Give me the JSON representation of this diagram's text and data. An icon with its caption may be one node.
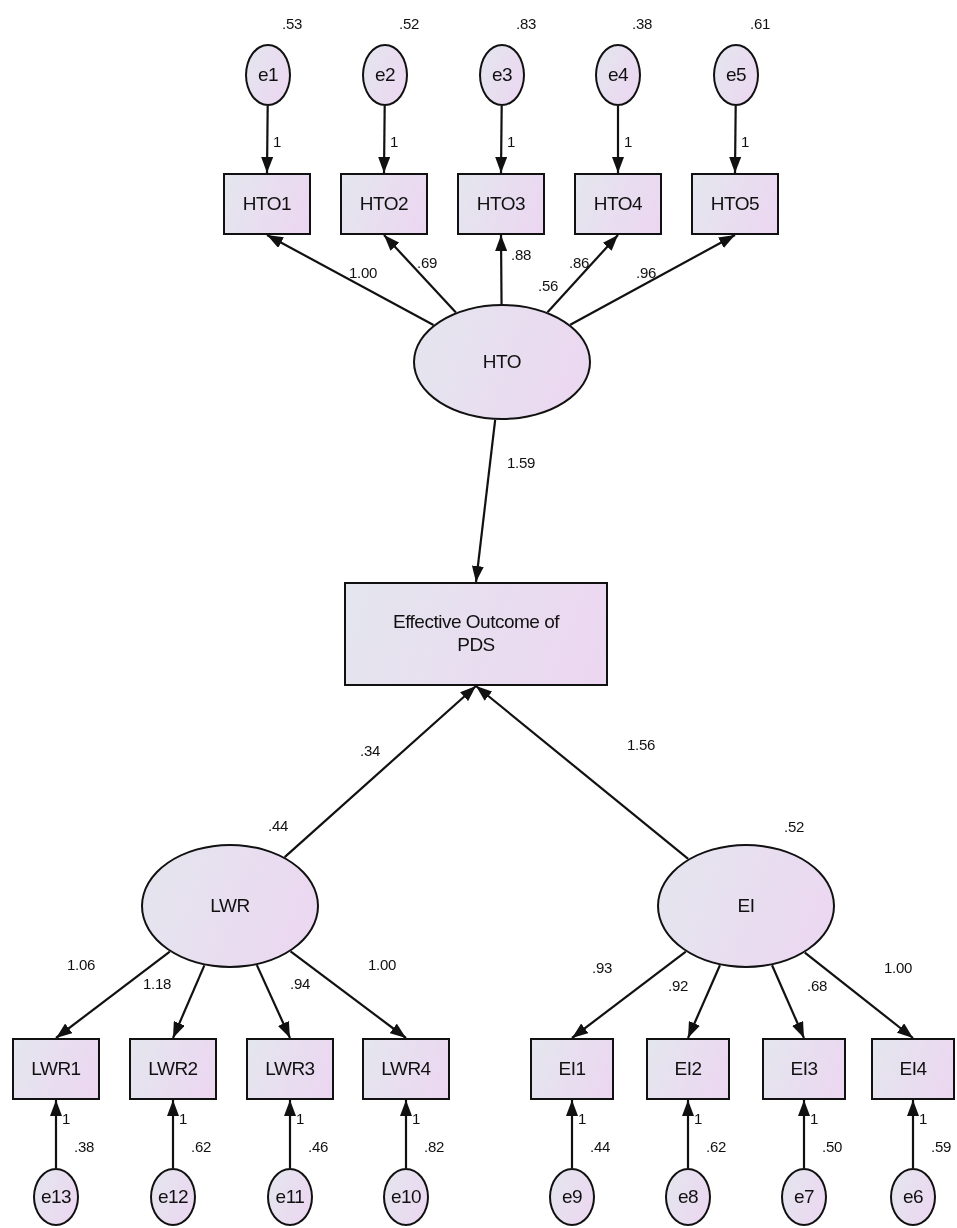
{
  "diagram": {
    "nodes": [
      {
        "text": [
          "e1"
        ],
        "beside": [
          ".53"
        ]
      },
      {
        "text": [
          "e2"
        ],
        "beside": [
          ".52"
        ]
      },
      {
        "text": [
          "e3"
        ],
        "beside": [
          ".83"
        ]
      },
      {
        "text": [
          "e4"
        ],
        "beside": [
          ".38"
        ]
      },
      {
        "text": [
          "e5"
        ],
        "beside": [
          ".61"
        ]
      },
      {
        "text": [
          "HTO1"
        ]
      },
      {
        "text": [
          "HTO2"
        ]
      },
      {
        "text": [
          "HTO3"
        ]
      },
      {
        "text": [
          "HTO4"
        ]
      },
      {
        "text": [
          "HTO5"
        ]
      },
      {
        "text": [
          "HTO"
        ],
        "beside": [
          ".56"
        ]
      },
      {
        "text": [
          "Effective Outcome of PDS"
        ]
      },
      {
        "text": [
          "LWR"
        ],
        "beside": [
          ".44"
        ]
      },
      {
        "text": [
          "EI"
        ],
        "beside": [
          ".52"
        ]
      },
      {
        "text": [
          "LWR1"
        ]
      },
      {
        "text": [
          "LWR2"
        ]
      },
      {
        "text": [
          "LWR3"
        ]
      },
      {
        "text": [
          "LWR4"
        ]
      },
      {
        "text": [
          "EI1"
        ]
      },
      {
        "text": [
          "EI2"
        ]
      },
      {
        "text": [
          "EI3"
        ]
      },
      {
        "text": [
          "EI4"
        ]
      },
      {
        "text": [
          "e13"
        ],
        "beside": [
          ".38"
        ]
      },
      {
        "text": [
          "e12"
        ],
        "beside": [
          ".62"
        ]
      },
      {
        "text": [
          "e11"
        ],
        "beside": [
          ".46"
        ]
      },
      {
        "text": [
          "e10"
        ],
        "beside": [
          ".82"
        ]
      },
      {
        "text": [
          "e9"
        ],
        "beside": [
          ".44"
        ]
      },
      {
        "text": [
          "e8"
        ],
        "beside": [
          ".62"
        ]
      },
      {
        "text": [
          "e7"
        ],
        "beside": [
          ".50"
        ]
      },
      {
        "text": [
          "e6"
        ],
        "beside": [
          ".59"
        ]
      }
    ],
    "edges": [
      {
        "from": 0,
        "to": 5,
        "arrow": "to",
        "label": "1"
      },
      {
        "from": 1,
        "to": 6,
        "arrow": "to",
        "label": "1"
      },
      {
        "from": 2,
        "to": 7,
        "arrow": "to",
        "label": "1"
      },
      {
        "from": 3,
        "to": 8,
        "arrow": "to",
        "label": "1"
      },
      {
        "from": 4,
        "to": 9,
        "arrow": "to",
        "label": "1"
      },
      {
        "from": 10,
        "to": 5,
        "arrow": "to",
        "label": "1.00"
      },
      {
        "from": 10,
        "to": 6,
        "arrow": "to",
        "label": ".69"
      },
      {
        "from": 10,
        "to": 7,
        "arrow": "to",
        "label": ".88"
      },
      {
        "from": 10,
        "to": 8,
        "arrow": "to",
        "label": ".86"
      },
      {
        "from": 10,
        "to": 9,
        "arrow": "to",
        "label": ".96"
      },
      {
        "from": 10,
        "to": 11,
        "arrow": "to",
        "label": "1.59"
      },
      {
        "from": 12,
        "to": 11,
        "arrow": "to",
        "label": ".34"
      },
      {
        "from": 13,
        "to": 11,
        "arrow": "to",
        "label": "1.56"
      },
      {
        "from": 12,
        "to": 14,
        "arrow": "to",
        "label": "1.06"
      },
      {
        "from": 12,
        "to": 15,
        "arrow": "to",
        "label": "1.18"
      },
      {
        "from": 12,
        "to": 16,
        "arrow": "to",
        "label": ".94"
      },
      {
        "from": 12,
        "to": 17,
        "arrow": "to",
        "label": "1.00"
      },
      {
        "from": 13,
        "to": 18,
        "arrow": "to",
        "label": ".93"
      },
      {
        "from": 13,
        "to": 19,
        "arrow": "to",
        "label": ".92"
      },
      {
        "from": 13,
        "to": 20,
        "arrow": "to",
        "label": ".68"
      },
      {
        "from": 13,
        "to": 21,
        "arrow": "to",
        "label": "1.00"
      },
      {
        "from": 22,
        "to": 14,
        "arrow": "to",
        "label": "1"
      },
      {
        "from": 23,
        "to": 15,
        "arrow": "to",
        "label": "1"
      },
      {
        "from": 24,
        "to": 16,
        "arrow": "to",
        "label": "1"
      },
      {
        "from": 25,
        "to": 17,
        "arrow": "to",
        "label": "1"
      },
      {
        "from": 26,
        "to": 18,
        "arrow": "to",
        "label": "1"
      },
      {
        "from": 27,
        "to": 19,
        "arrow": "to",
        "label": "1"
      },
      {
        "from": 28,
        "to": 20,
        "arrow": "to",
        "label": "1"
      },
      {
        "from": 29,
        "to": 21,
        "arrow": "to",
        "label": "1"
      }
    ]
  }
}
